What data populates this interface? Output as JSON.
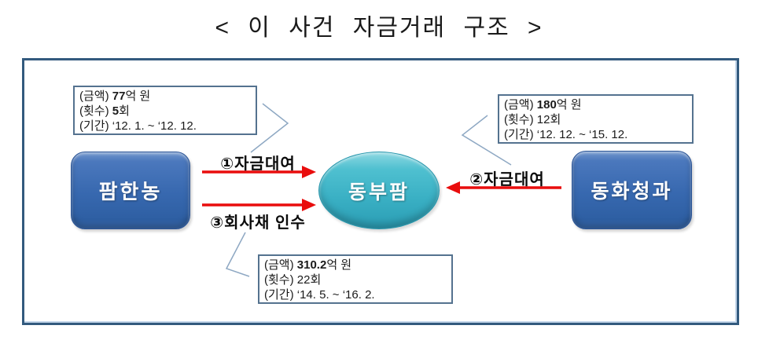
{
  "title": "< 이 사건 자금거래 구조 >",
  "nodes": {
    "farmhannong": {
      "label": "팜한농"
    },
    "dongbufarm": {
      "label": "동부팜"
    },
    "donghwacheonggwa": {
      "label": "동화청과"
    }
  },
  "flows": {
    "flow1": {
      "label": "①자금대여",
      "direction": "팜한농 → 동부팜"
    },
    "flow2": {
      "label": "②자금대여",
      "direction": "동화청과 → 동부팜"
    },
    "flow3": {
      "label": "③회사채 인수",
      "direction": "팜한농 → 동부팜"
    }
  },
  "callouts": {
    "left": {
      "amount": {
        "pre": "(금액) ",
        "bold": "77",
        "post": "억 원"
      },
      "count": {
        "pre": "(횟수) ",
        "bold": "5",
        "post": "회"
      },
      "period": {
        "pre": "(기간) ‘12. 1. ~ ‘12. 12.",
        "bold": "",
        "post": ""
      }
    },
    "right": {
      "amount": {
        "pre": "(금액) ",
        "bold": "180",
        "post": "억 원"
      },
      "count": {
        "pre": "(횟수) 12회",
        "bold": "",
        "post": ""
      },
      "period": {
        "pre": "(기간) ‘12. 12. ~ ‘15. 12.",
        "bold": "",
        "post": ""
      }
    },
    "bottom": {
      "amount": {
        "pre": "(금액) ",
        "bold": "310.2",
        "post": "억 원"
      },
      "count": {
        "pre": "(횟수) 22회",
        "bold": "",
        "post": ""
      },
      "period": {
        "pre": "(기간) ‘14. 5. ~ ‘16. 2.",
        "bold": "",
        "post": ""
      }
    }
  },
  "colors": {
    "arrow_red": "#e90d0d",
    "node_blue": "#3768af",
    "node_teal": "#3ab0c4",
    "container_border": "#335a7e",
    "callout_border": "#54728f",
    "leader_line": "#8ea8c3"
  }
}
